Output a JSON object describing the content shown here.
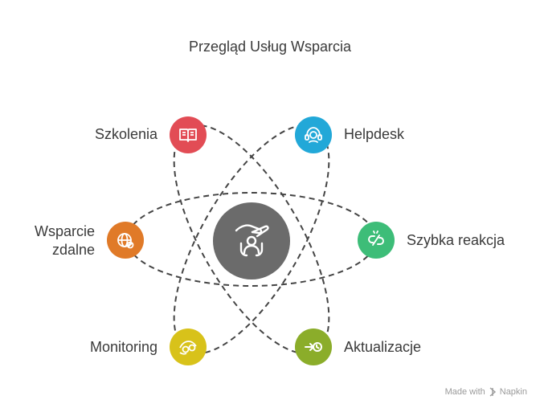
{
  "title": "Przegląd Usług Wsparcia",
  "nodes": [
    {
      "label": "Szkolenia",
      "color": "#e24c55",
      "icon": "book-icon"
    },
    {
      "label": "Helpdesk",
      "color": "#22a8d8",
      "icon": "headset-icon"
    },
    {
      "label_lines": [
        "Wsparcie",
        "zdalne"
      ],
      "color": "#e07a28",
      "icon": "globe-icon"
    },
    {
      "label": "Szybka reakcja",
      "color": "#3dbd78",
      "icon": "link-icon"
    },
    {
      "label": "Monitoring",
      "color": "#d8c21a",
      "icon": "eye-icon"
    },
    {
      "label": "Aktualizacje",
      "color": "#8bad2a",
      "icon": "update-arrow-icon"
    }
  ],
  "center": {
    "color": "#6b6b6b",
    "icon": "hand-person-icon"
  },
  "footer": {
    "text": "Made with",
    "brand": "Napkin"
  }
}
